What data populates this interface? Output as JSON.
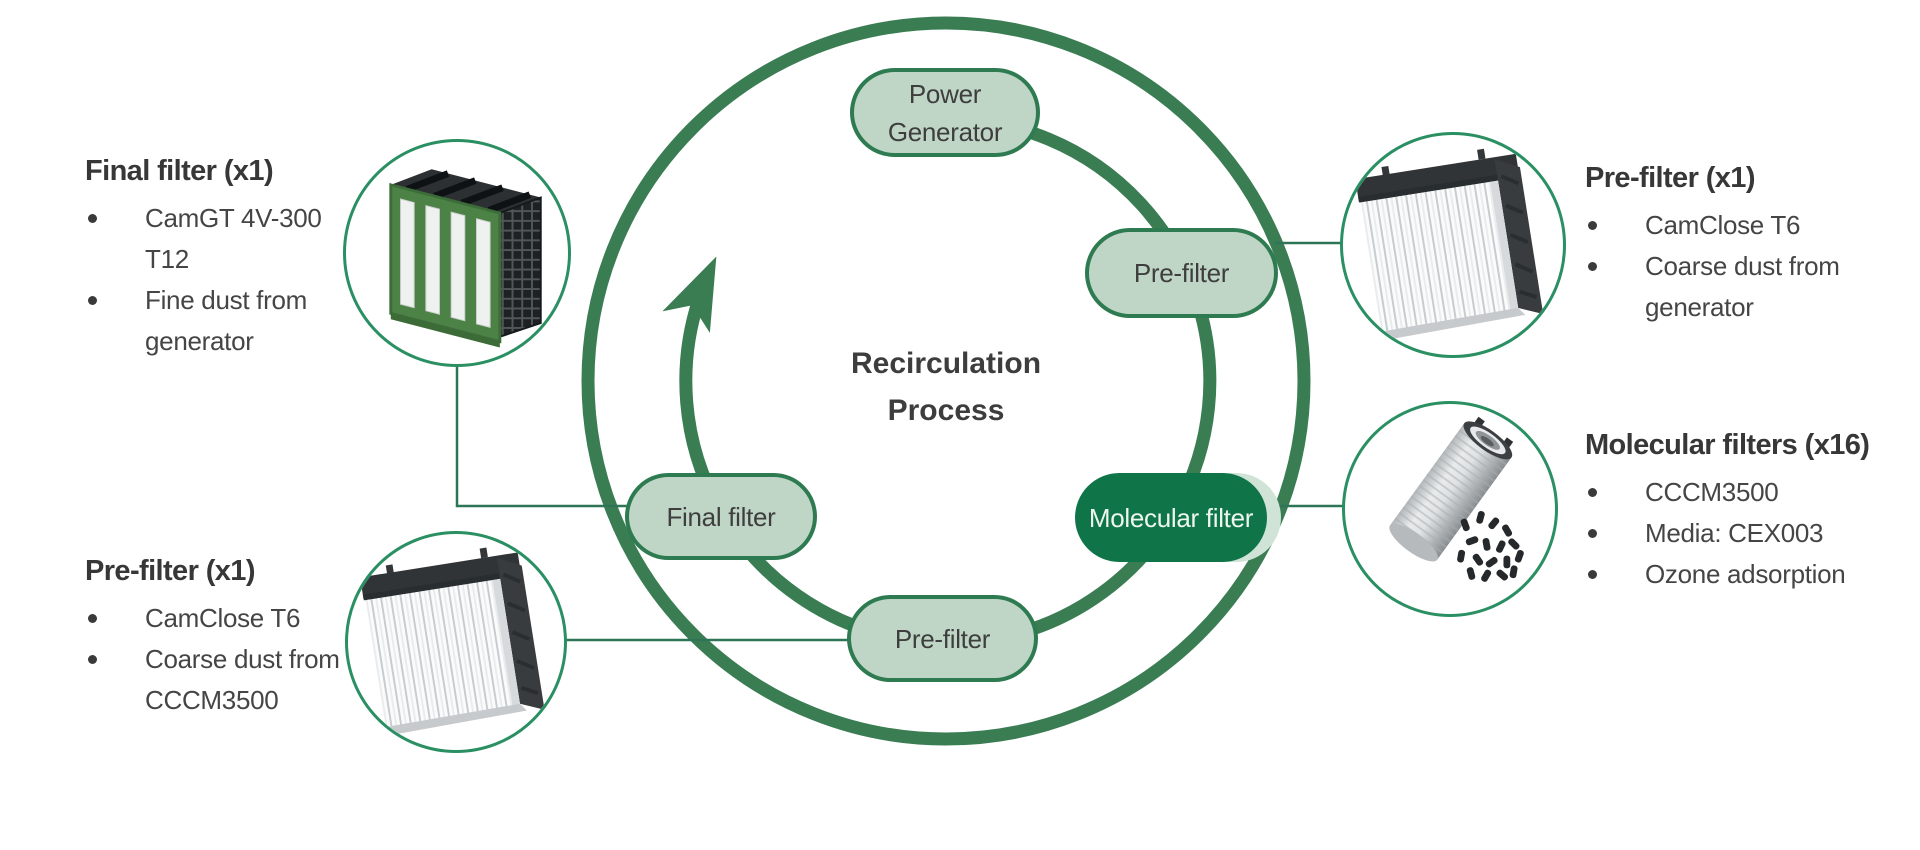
{
  "title": "Recirculation Process diagram",
  "diagram": {
    "center_label": "Recirculation\nProcess",
    "nodes": {
      "power_generator": "Power\nGenerator",
      "pre_filter_top": "Pre-filter",
      "molecular_filter": "Molecular filter",
      "pre_filter_bottom": "Pre-filter",
      "final_filter": "Final filter"
    },
    "flow_direction": "clockwise"
  },
  "callouts": {
    "final_filter": {
      "title": "Final filter (x1)",
      "bullets": [
        "CamGT 4V-300 T12",
        "Fine dust from\ngenerator"
      ]
    },
    "pre_filter_left": {
      "title": "Pre-filter (x1)",
      "bullets": [
        "CamClose T6",
        "Coarse dust from\nCCCM3500"
      ]
    },
    "pre_filter_right": {
      "title": "Pre-filter (x1)",
      "bullets": [
        "CamClose T6",
        "Coarse dust from\ngenerator"
      ]
    },
    "molecular_filters": {
      "title": "Molecular filters (x16)",
      "bullets": [
        "CCCM3500",
        "Media: CEX003",
        "Ozone adsorption"
      ]
    }
  },
  "images": {
    "final_filter": "v-bank-compact-filter",
    "pre_filter_left": "pleated-panel-filter",
    "pre_filter_right": "pleated-panel-filter",
    "molecular_filter": "cylindrical-carbon-filter-with-pellets"
  },
  "colors": {
    "ring_green": "#3a7d53",
    "node_border_green": "#2e7b51",
    "node_fill_light": "#bfd6c7",
    "node_fill_dark": "#0f7549",
    "node_text_dark": "#3e3e3e",
    "node_text_light": "#eef6f0",
    "thin_line_green": "#2e7557",
    "image_circle_green": "#2a8f62",
    "callout_text": "#454545",
    "background": "#ffffff"
  }
}
